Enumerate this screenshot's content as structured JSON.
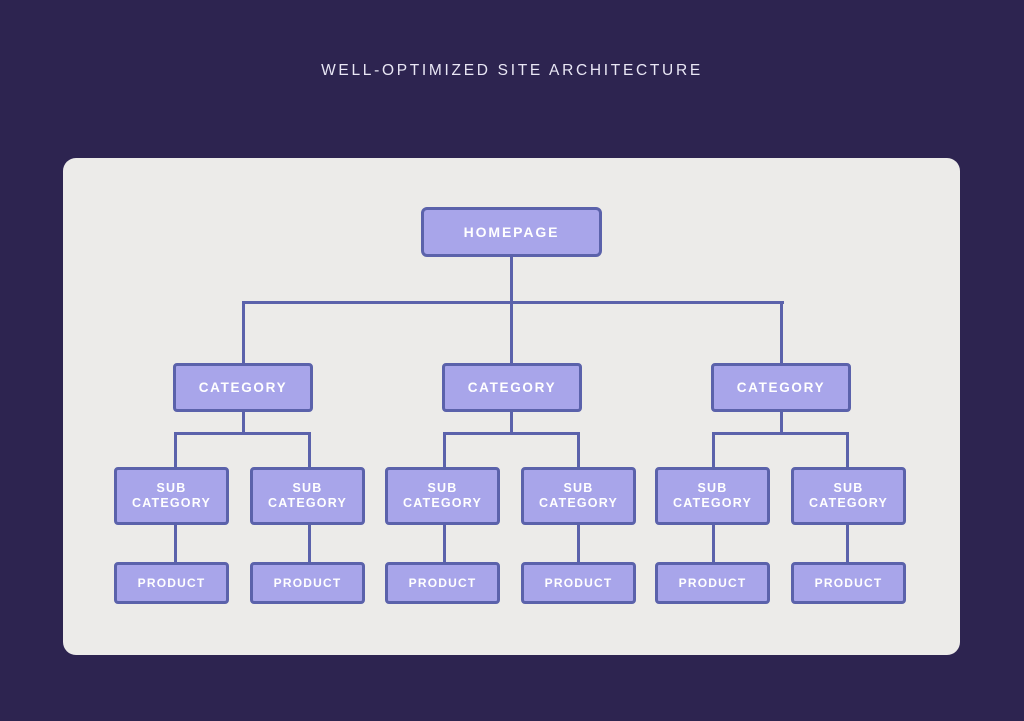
{
  "page": {
    "title": "WELL-OPTIMIZED SITE ARCHITECTURE",
    "background_color": "#2d2450",
    "panel_color": "#ecebe9",
    "node_fill_color": "#a8a5ea",
    "node_border_color": "#5b62ab",
    "node_text_color": "#ffffff",
    "title_color": "#e9e7f5"
  },
  "diagram": {
    "type": "tree",
    "root": {
      "label": "HOMEPAGE",
      "level": "homepage"
    },
    "categories": [
      {
        "label": "CATEGORY"
      },
      {
        "label": "CATEGORY"
      },
      {
        "label": "CATEGORY"
      }
    ],
    "subcategories": [
      {
        "line1": "SUB",
        "line2": "CATEGORY"
      },
      {
        "line1": "SUB",
        "line2": "CATEGORY"
      },
      {
        "line1": "SUB",
        "line2": "CATEGORY"
      },
      {
        "line1": "SUB",
        "line2": "CATEGORY"
      },
      {
        "line1": "SUB",
        "line2": "CATEGORY"
      },
      {
        "line1": "SUB",
        "line2": "CATEGORY"
      }
    ],
    "products": [
      {
        "label": "PRODUCT"
      },
      {
        "label": "PRODUCT"
      },
      {
        "label": "PRODUCT"
      },
      {
        "label": "PRODUCT"
      },
      {
        "label": "PRODUCT"
      },
      {
        "label": "PRODUCT"
      }
    ]
  }
}
